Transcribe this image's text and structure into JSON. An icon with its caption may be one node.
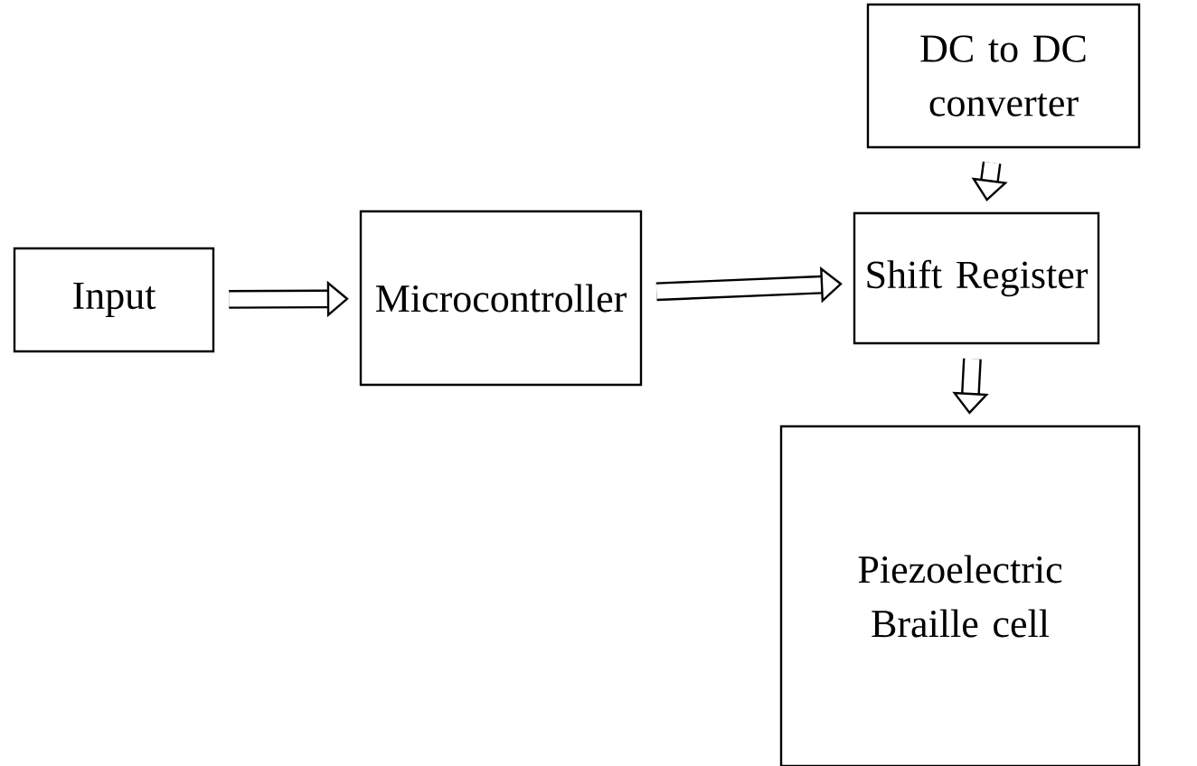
{
  "diagram": {
    "nodes": [
      {
        "text": [
          "Input"
        ]
      },
      {
        "text": [
          "Microcontroller"
        ]
      },
      {
        "text": [
          "DC to DC converter"
        ]
      },
      {
        "text": [
          "Shift Register"
        ]
      },
      {
        "text": [
          "Piezoelectric Braille cell"
        ]
      }
    ],
    "edges": [
      {
        "from": 0,
        "to": 1,
        "arrow": "to"
      },
      {
        "from": 1,
        "to": 3,
        "arrow": "to"
      },
      {
        "from": 2,
        "to": 3,
        "arrow": "to"
      },
      {
        "from": 3,
        "to": 4,
        "arrow": "to"
      }
    ]
  }
}
